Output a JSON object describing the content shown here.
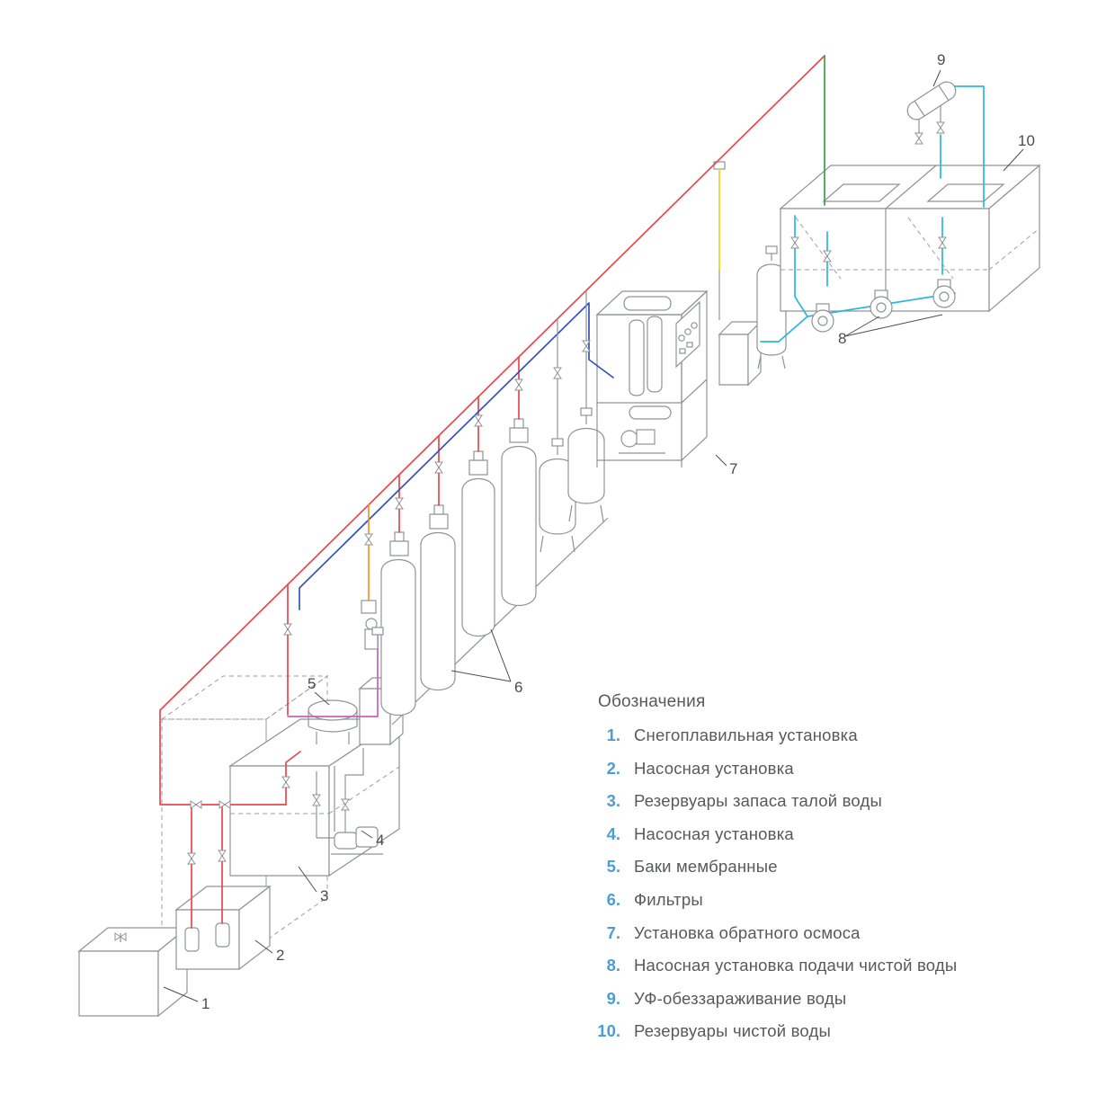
{
  "colors": {
    "equipment": "#8f9296",
    "dashed": "#9a9da0",
    "pipe_red": "#ea474b",
    "pipe_blue": "#3552bd",
    "pipe_cyan": "#2ab7dc",
    "pipe_green": "#3aa048",
    "pipe_yellow": "#f0d31c",
    "pipe_orange": "#f59422",
    "pipe_magenta": "#c75fc7",
    "callout": "#4c4c4c",
    "legend_number": "#4a9ed6",
    "legend_text": "#58595c"
  },
  "callouts": {
    "c1": "1",
    "c2": "2",
    "c3": "3",
    "c4": "4",
    "c5": "5",
    "c6": "6",
    "c7": "7",
    "c8": "8",
    "c9": "9",
    "c10": "10"
  },
  "legend": {
    "title": "Обозначения",
    "items": [
      {
        "num": "1.",
        "label": "Снегоплавильная установка"
      },
      {
        "num": "2.",
        "label": "Насосная установка"
      },
      {
        "num": "3.",
        "label": "Резервуары запаса талой воды"
      },
      {
        "num": "4.",
        "label": "Насосная установка"
      },
      {
        "num": "5.",
        "label": "Баки мембранные"
      },
      {
        "num": "6.",
        "label": "Фильтры"
      },
      {
        "num": "7.",
        "label": "Установка обратного осмоса"
      },
      {
        "num": "8.",
        "label": "Насосная установка подачи чистой воды"
      },
      {
        "num": "9.",
        "label": "УФ-обеззараживание воды"
      },
      {
        "num": "10.",
        "label": "Резервуары чистой воды"
      }
    ]
  }
}
